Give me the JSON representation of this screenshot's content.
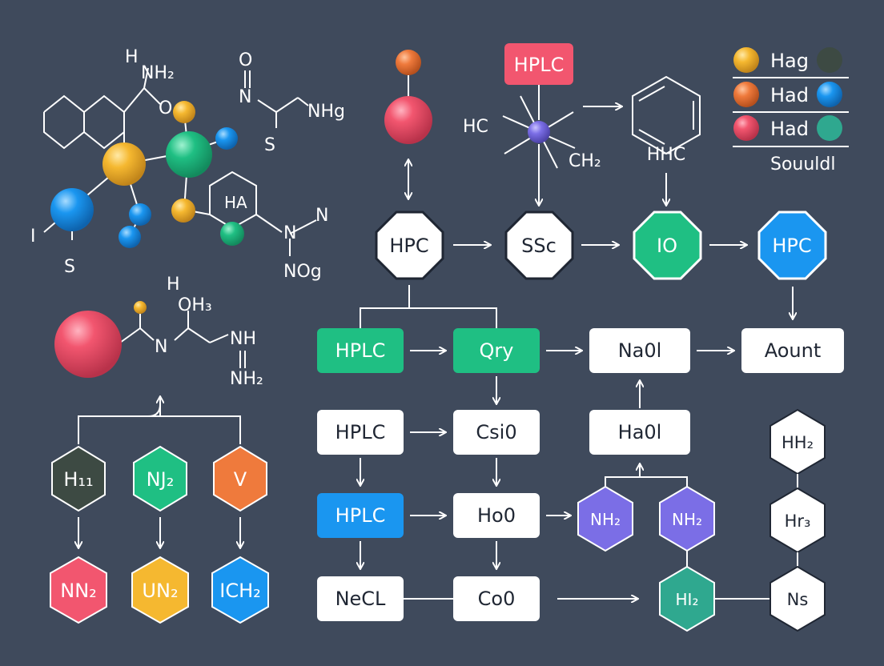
{
  "colors": {
    "background": "#3f4a5c",
    "green": "#1fbf83",
    "blue": "#1a96f0",
    "pink": "#f2566f",
    "yellow": "#f5b830",
    "orange": "#ef7a3c",
    "purple": "#7b6ee6",
    "teal": "#2fa88f",
    "dark": "#3d4a43",
    "white": "#ffffff"
  },
  "legend": {
    "items": [
      {
        "label": "Hag",
        "color_left": "#f5b830",
        "color_right": "#3d4a43"
      },
      {
        "label": "Had",
        "color_left": "#ef7a3c",
        "color_right": "#1a96f0"
      },
      {
        "label": "Had",
        "color_left": "#f2566f",
        "color_right": "#2fa88f"
      }
    ],
    "caption": "Souuldl"
  },
  "molecule_top_left": {
    "labels": [
      "H",
      "NH₂",
      "O",
      "HA",
      "I",
      "S"
    ]
  },
  "molecule_top_mid": {
    "labels": [
      "O",
      "N",
      "NHg",
      "S",
      "N",
      "N",
      "NOg"
    ]
  },
  "molecule_mid_left": {
    "labels": [
      "H",
      "OH₃",
      "N",
      "NH",
      "NH₂"
    ]
  },
  "top_flow": {
    "hplc_box": "HPLC",
    "hc": "HC",
    "ch2": "CH₂",
    "hhc": "HHC",
    "hex_row": [
      "HPC",
      "SSc",
      "IO",
      "HPC"
    ]
  },
  "mid_flow": {
    "row1": [
      "HPLC",
      "Qry",
      "Na0l",
      "Aount"
    ],
    "row2": [
      "HPLC",
      "Csi0",
      "Ha0l"
    ],
    "row3": [
      "HPLC",
      "Ho0"
    ],
    "row3_hex": [
      "NH₂",
      "NH₂"
    ],
    "row4": [
      "NeCL",
      "Co0"
    ],
    "row4_hex": "HI₂",
    "right_column": [
      "HH₂",
      "Hr₃",
      "Ns"
    ]
  },
  "left_hex_grid": {
    "top": [
      "H₁₁",
      "NJ₂",
      "V"
    ],
    "bottom": [
      "NN₂",
      "UN₂",
      "ICH₂"
    ]
  }
}
